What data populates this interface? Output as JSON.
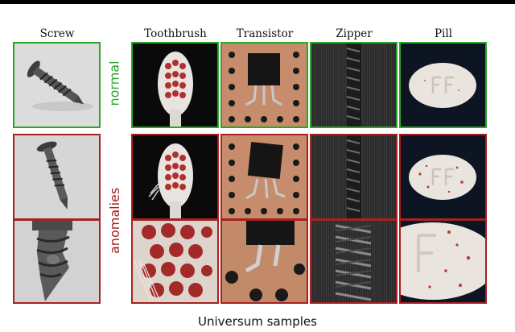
{
  "headers": {
    "screw": "Screw",
    "toothbrush": "Toothbrush",
    "transistor": "Transistor",
    "zipper": "Zipper",
    "pill": "Pill"
  },
  "row_labels": {
    "normal": "normal",
    "anomalies": "anomalies"
  },
  "caption": "Universum samples",
  "colors": {
    "normal_border": "#2ca52c",
    "anomaly_border": "#a62121"
  }
}
